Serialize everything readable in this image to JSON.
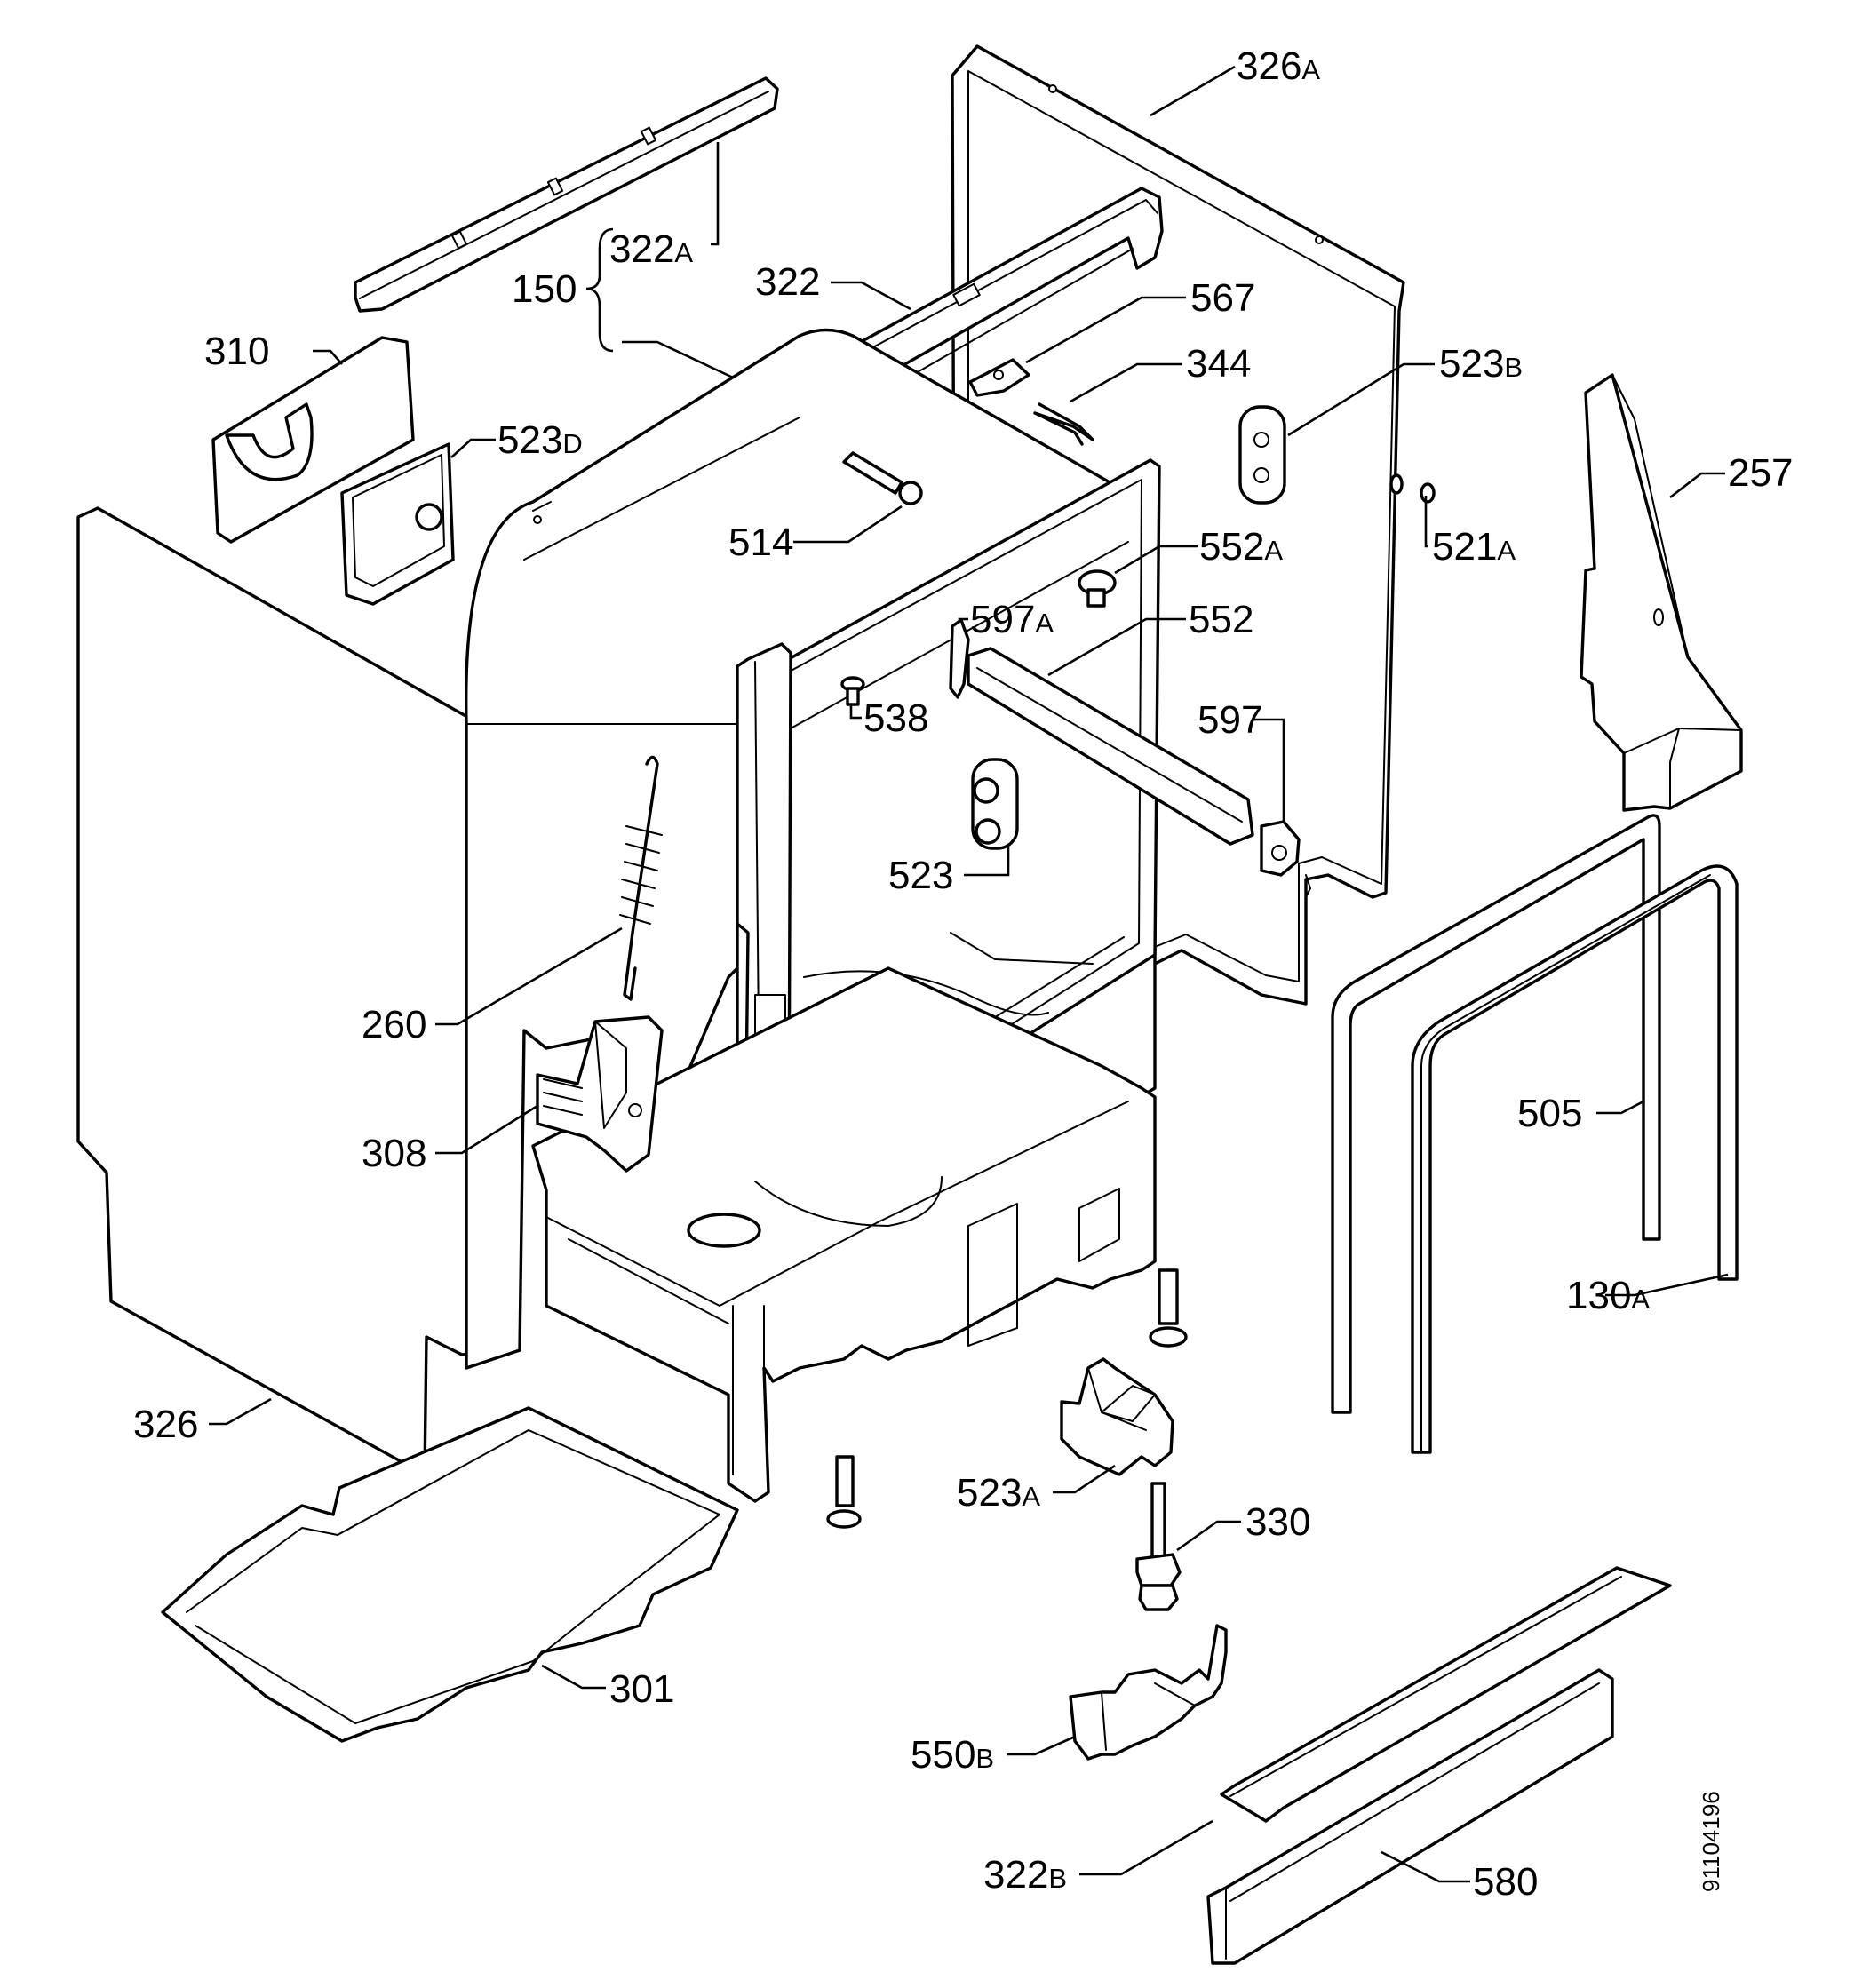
{
  "figure": {
    "document_number": "91104196",
    "callouts": [
      {
        "key": "326A",
        "num": "326",
        "suf": "A"
      },
      {
        "key": "322A",
        "num": "322",
        "suf": "A"
      },
      {
        "key": "150",
        "num": "150",
        "suf": ""
      },
      {
        "key": "322",
        "num": "322",
        "suf": ""
      },
      {
        "key": "567",
        "num": "567",
        "suf": ""
      },
      {
        "key": "344",
        "num": "344",
        "suf": ""
      },
      {
        "key": "523B",
        "num": "523",
        "suf": "B"
      },
      {
        "key": "257",
        "num": "257",
        "suf": ""
      },
      {
        "key": "310",
        "num": "310",
        "suf": ""
      },
      {
        "key": "523D",
        "num": "523",
        "suf": "D"
      },
      {
        "key": "514",
        "num": "514",
        "suf": ""
      },
      {
        "key": "552A",
        "num": "552",
        "suf": "A"
      },
      {
        "key": "521A",
        "num": "521",
        "suf": "A"
      },
      {
        "key": "597A",
        "num": "597",
        "suf": "A"
      },
      {
        "key": "552",
        "num": "552",
        "suf": ""
      },
      {
        "key": "538",
        "num": "538",
        "suf": ""
      },
      {
        "key": "597",
        "num": "597",
        "suf": ""
      },
      {
        "key": "523",
        "num": "523",
        "suf": ""
      },
      {
        "key": "260",
        "num": "260",
        "suf": ""
      },
      {
        "key": "308",
        "num": "308",
        "suf": ""
      },
      {
        "key": "505",
        "num": "505",
        "suf": ""
      },
      {
        "key": "130A",
        "num": "130",
        "suf": "A"
      },
      {
        "key": "326",
        "num": "326",
        "suf": ""
      },
      {
        "key": "523A",
        "num": "523",
        "suf": "A"
      },
      {
        "key": "330",
        "num": "330",
        "suf": ""
      },
      {
        "key": "301",
        "num": "301",
        "suf": ""
      },
      {
        "key": "550B",
        "num": "550",
        "suf": "B"
      },
      {
        "key": "322B",
        "num": "322",
        "suf": "B"
      },
      {
        "key": "580",
        "num": "580",
        "suf": ""
      }
    ]
  }
}
